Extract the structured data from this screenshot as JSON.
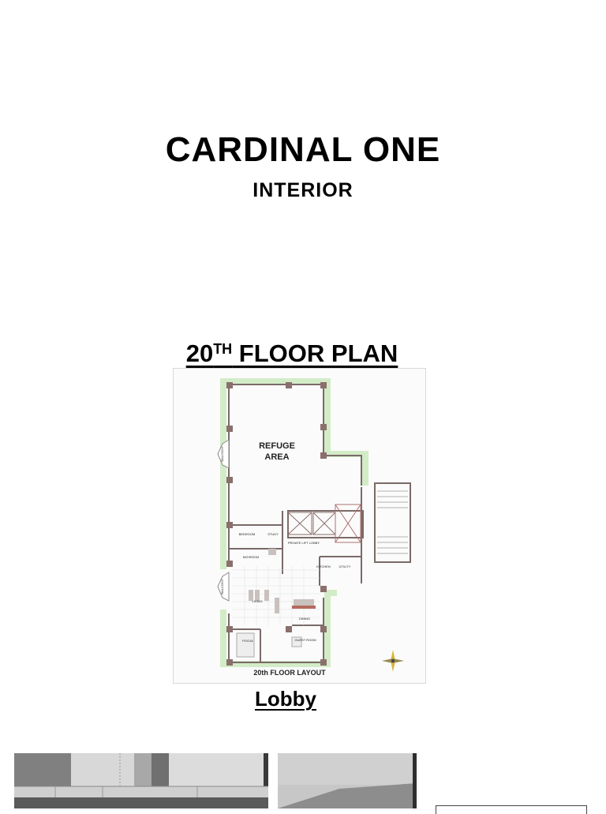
{
  "document": {
    "title": "CARDINAL ONE",
    "subtitle": "INTERIOR",
    "floor_plan_heading": {
      "number": "20",
      "suffix": "TH",
      "text": " FLOOR PLAN"
    },
    "floor_plan": {
      "caption": "20th FLOOR LAYOUT",
      "room_labels": {
        "refuge": "REFUGE",
        "area": "AREA",
        "balcony": "BALCONY",
        "bedroom": "BEDROOM",
        "study": "STUDY",
        "living": "LIVING",
        "dining": "DINING",
        "kitchen": "KITCHEN",
        "utility": "UTILITY",
        "pooja": "POOJA",
        "guest_room": "GUEST ROOM",
        "lift_lobby": "PRIVATE LIFT LOBBY",
        "bathroom": "BATHROOM"
      }
    },
    "section_heading": "Lobby"
  }
}
